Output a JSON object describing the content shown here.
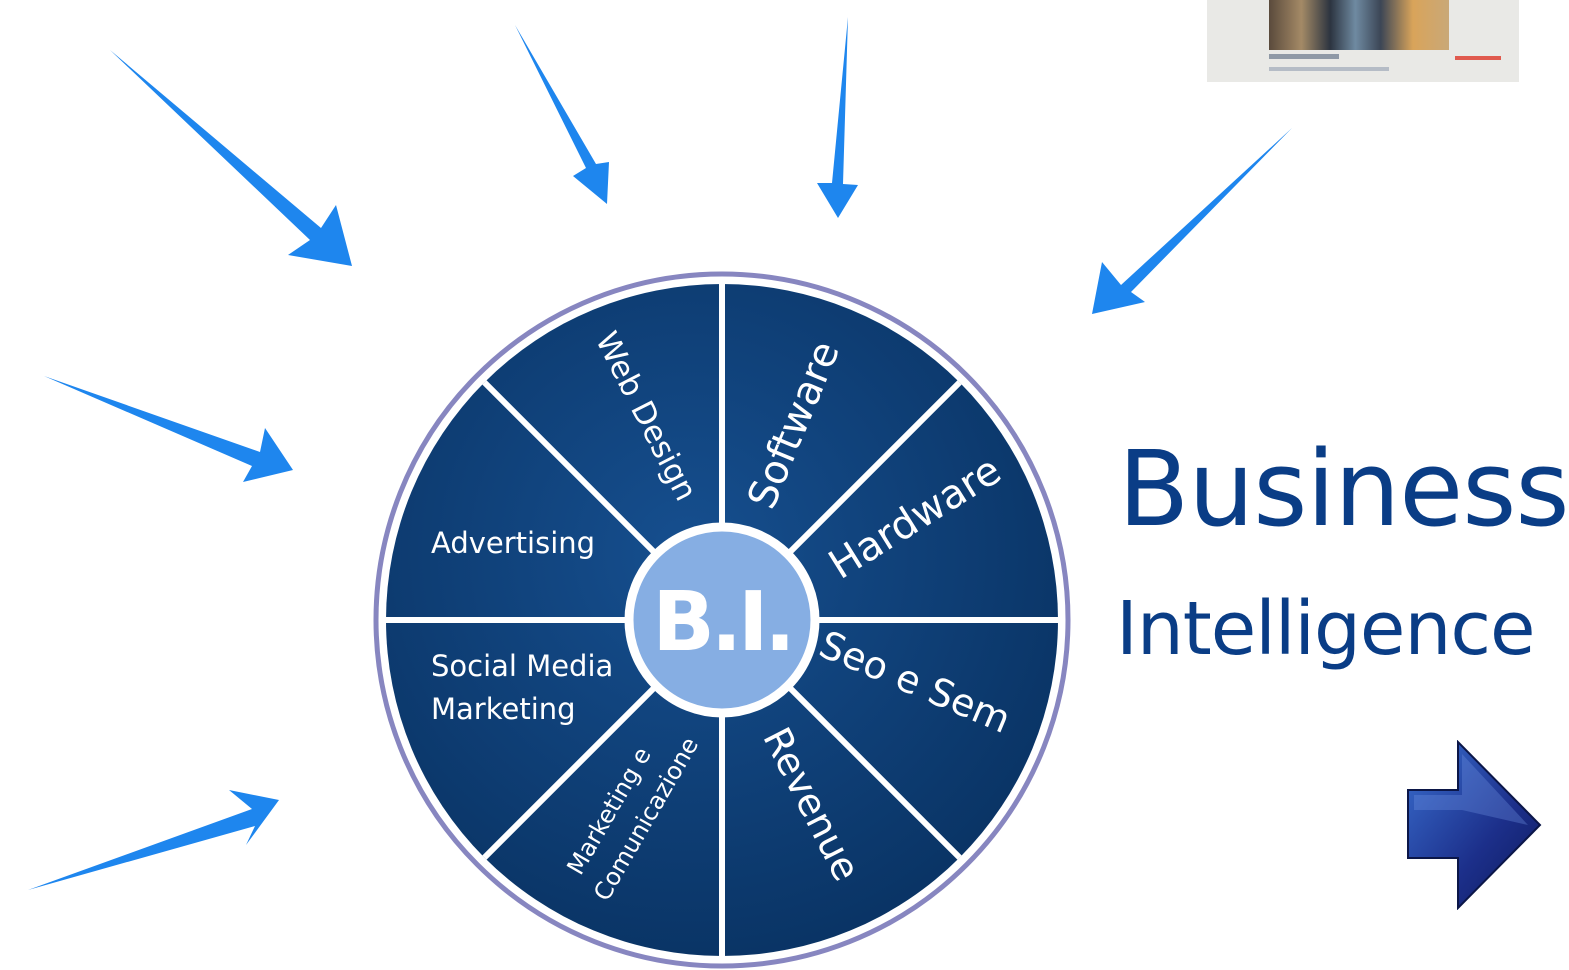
{
  "title": {
    "line1": "Business",
    "line2": "Intelligence"
  },
  "wheel": {
    "center": "B.I.",
    "segments": [
      {
        "id": "software",
        "label": "Software"
      },
      {
        "id": "hardware",
        "label": "Hardware"
      },
      {
        "id": "seo",
        "label": "Seo e Sem"
      },
      {
        "id": "revenue",
        "label": "Revenue"
      },
      {
        "id": "marketing",
        "label_line1": "Marketing e",
        "label_line2": "Comunicazione"
      },
      {
        "id": "social",
        "label_line1": "Social Media",
        "label_line2": "Marketing"
      },
      {
        "id": "advertising",
        "label": "Advertising"
      },
      {
        "id": "webdesign",
        "label": "Web Design"
      }
    ]
  },
  "colors": {
    "wheel_fill": "#0f4681",
    "wheel_dark": "#062d5a",
    "wheel_border": "#8786c0",
    "center_fill": "#86aee3",
    "arrow_blue": "#1e86ee",
    "title_blue": "#0a3d86"
  },
  "icons": {
    "pointer_arrows": "arrow-icon",
    "next": "next-arrow-icon"
  }
}
